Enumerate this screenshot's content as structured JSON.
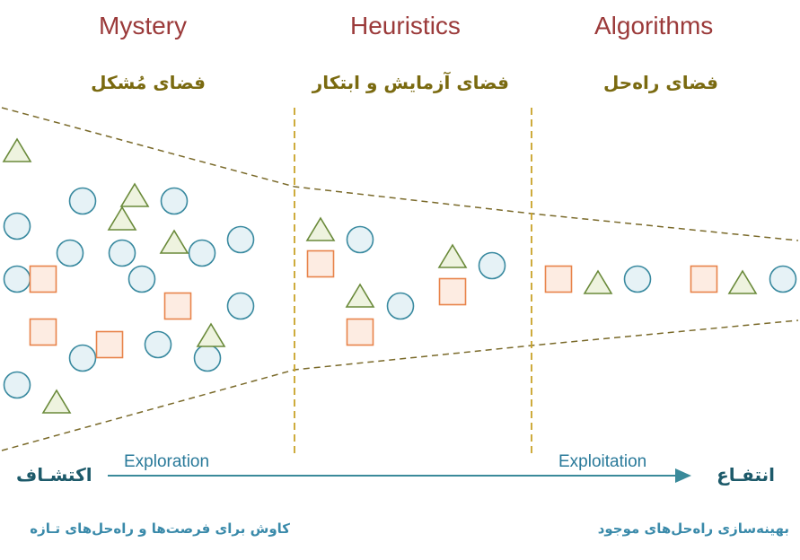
{
  "columns": [
    {
      "title": "Mystery",
      "subtitle": "فضای مُشکل"
    },
    {
      "title": "Heuristics",
      "subtitle": "فضای آزمایش و ابتکار"
    },
    {
      "title": "Algorithms",
      "subtitle": "فضای راه‌حل"
    }
  ],
  "axis": {
    "left_end": "اکتشـاف",
    "right_end": "انتفـاع",
    "left_label": "Exploration",
    "right_label": "Exploitation",
    "left_caption": "کاوش برای فرصت‌ها و راه‌حل‌های تـازه",
    "right_caption": "بهینه‌سازی راه‌حل‌های موجود"
  },
  "colors": {
    "title": "#9b3a3a",
    "subtitle": "#7a6a10",
    "divider": "#c9a227",
    "funnel": "#7a6a2a",
    "circle_stroke": "#3a8aa0",
    "circle_fill": "#e6f2f6",
    "triangle_stroke": "#6a8a3a",
    "triangle_fill": "#eef3df",
    "square_stroke": "#e8834a",
    "square_fill": "#fdece2",
    "arrow": "#3a8a9a"
  },
  "icons": {
    "circle": "circle-icon",
    "triangle": "triangle-icon",
    "square": "square-icon"
  }
}
